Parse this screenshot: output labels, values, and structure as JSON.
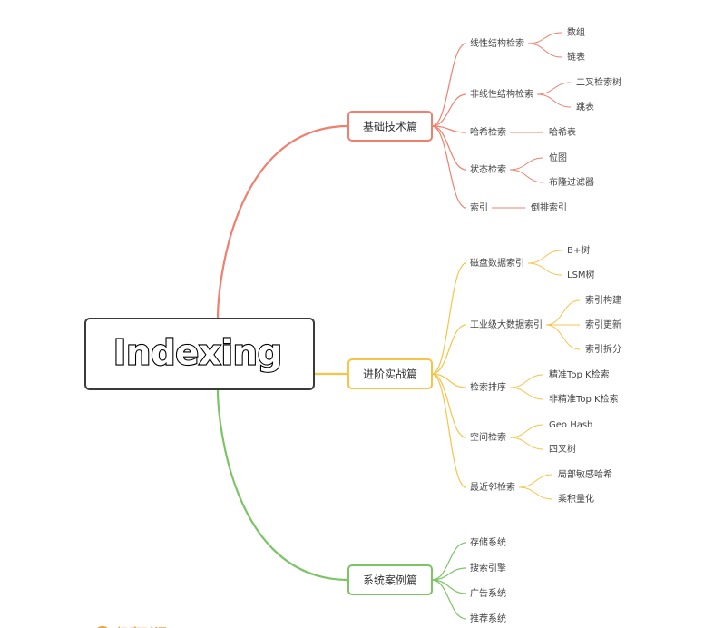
{
  "root": {
    "label": "Indexing"
  },
  "colors": {
    "basics": "#f07f6e",
    "advanced": "#f7c348",
    "cases": "#7cc466",
    "root_border": "#3a3a3a",
    "logo": "#f0a03a"
  },
  "branches": [
    {
      "label": "基础技术篇",
      "color_key": "basics",
      "topics": [
        {
          "label": "线性结构检索",
          "leaves": [
            "数组",
            "链表"
          ]
        },
        {
          "label": "非线性结构检索",
          "leaves": [
            "二叉检索树",
            "跳表"
          ]
        },
        {
          "label": "哈希检索",
          "leaves": [
            "哈希表"
          ]
        },
        {
          "label": "状态检索",
          "leaves": [
            "位图",
            "布隆过滤器"
          ]
        },
        {
          "label": "索引",
          "leaves": [
            "倒排索引"
          ]
        }
      ]
    },
    {
      "label": "进阶实战篇",
      "color_key": "advanced",
      "topics": [
        {
          "label": "磁盘数据索引",
          "leaves": [
            "B+树",
            "LSM树"
          ]
        },
        {
          "label": "工业级大数据索引",
          "leaves": [
            "索引构建",
            "索引更新",
            "索引拆分"
          ]
        },
        {
          "label": "检索排序",
          "leaves": [
            "精准Top K检索",
            "非精准Top K检索"
          ]
        },
        {
          "label": "空间检索",
          "leaves": [
            "Geo Hash",
            "四叉树"
          ]
        },
        {
          "label": "最近邻检索",
          "leaves": [
            "局部敏感哈希",
            "乘积量化"
          ]
        }
      ]
    },
    {
      "label": "系统案例篇",
      "color_key": "cases",
      "topics": [
        {
          "label": "存储系统",
          "leaves": []
        },
        {
          "label": "搜索引擎",
          "leaves": []
        },
        {
          "label": "广告系统",
          "leaves": []
        },
        {
          "label": "推荐系统",
          "leaves": []
        }
      ]
    }
  ],
  "logo": {
    "icon": "logo-circle-icon",
    "text": "极客时间"
  }
}
